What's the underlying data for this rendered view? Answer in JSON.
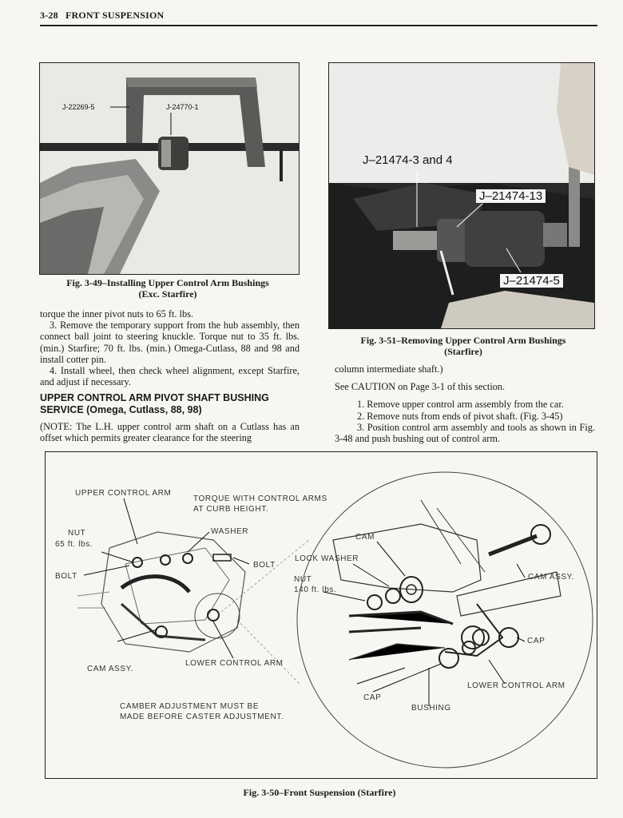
{
  "header": {
    "page_number": "3-28",
    "section": "FRONT SUSPENSION"
  },
  "fig49": {
    "labels": [
      "J-22269-5",
      "J-24770-1"
    ],
    "caption_line1": "Fig. 3-49–Installing Upper Control Arm Bushings",
    "caption_line2": "(Exc. Starfire)"
  },
  "fig51": {
    "label_top": "J–21474-3 and 4",
    "label_mid": "J–21474-13",
    "label_low": "J–21474-5",
    "caption_line1": "Fig. 3-51–Removing Upper Control Arm Bushings",
    "caption_line2": "(Starfire)"
  },
  "left_col": {
    "p1": "torque the inner pivot nuts to 65 ft. lbs.",
    "p2": "3. Remove the temporary support from the hub assembly, then connect ball joint to steering knuckle. Torque nut to 35 ft. lbs. (min.) Starfire; 70 ft. lbs. (min.) Omega-Cutlass, 88 and 98 and install cotter pin.",
    "p3": "4. Install wheel, then check wheel alignment, except Starfire, and adjust if necessary.",
    "heading_line1": "UPPER CONTROL ARM PIVOT SHAFT BUSHING",
    "heading_line2": "SERVICE (Omega, Cutlass, 88, 98)",
    "note": "(NOTE: The L.H. upper control arm shaft on a Cutlass has an offset which permits greater clearance for the steering"
  },
  "right_col": {
    "p1": "column intermediate shaft.)",
    "p2": "See CAUTION on Page 3-1 of this section.",
    "items": [
      "1. Remove upper control arm assembly from the car.",
      "2. Remove nuts from ends of pivot shaft. (Fig. 3-45)",
      "3. Position control arm assembly and tools as shown in Fig. 3-48 and push bushing out of control arm."
    ]
  },
  "fig50": {
    "labels": {
      "upper_control_arm": "UPPER CONTROL ARM",
      "torque_line1": "TORQUE WITH CONTROL ARMS",
      "torque_line2": "AT CURB HEIGHT.",
      "nut_left_line1": "NUT",
      "nut_left_line2": "65 ft. lbs.",
      "washer": "WASHER",
      "bolt_right": "BOLT",
      "bolt_left": "BOLT",
      "cam_assy_left": "CAM ASSY.",
      "lower_control_arm_left": "LOWER CONTROL ARM",
      "camber_line1": "CAMBER ADJUSTMENT MUST BE",
      "camber_line2": "MADE BEFORE CASTER ADJUSTMENT.",
      "cam": "CAM",
      "lock_washer": "LOCK WASHER",
      "nut_right_line1": "NUT",
      "nut_right_line2": "140 ft. lbs.",
      "cam_assy_right": "CAM ASSY.",
      "cap_right": "CAP",
      "lower_control_arm_right": "LOWER CONTROL ARM",
      "cap_bottom": "CAP",
      "bushing": "BUSHING"
    },
    "caption": "Fig. 3-50–Front Suspension (Starfire)"
  }
}
